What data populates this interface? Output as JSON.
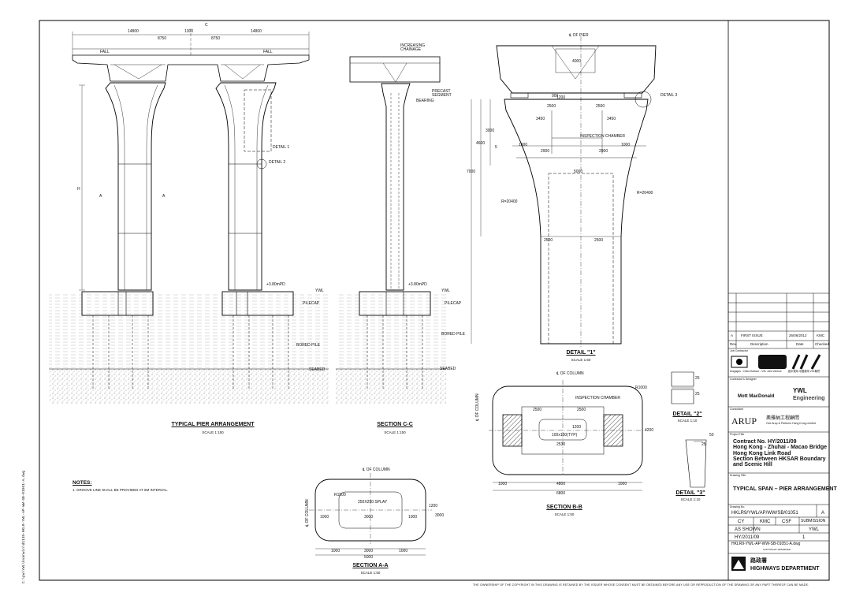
{
  "sidebar_text": "C:\\pw\\YWL\\kvanwin\\d1119-HKLR-YWL-AP-WW-SB-01051-A.dwg",
  "footer_text": "THE OWNERSHIP OF THE COPYRIGHT IN THIS DRAWING IS RETAINED BY THE ISSUER WHOSE CONSENT MUST BE OBTAINED BEFORE ANY USE OR REPRODUCTION OF THE DRAWING OR ANY PART THEREOF CAN BE MADE.",
  "views": {
    "pier_arrangement": {
      "title": "TYPICAL PIER ARRANGEMENT",
      "scale": "SCALE 1:150",
      "dims": {
        "left_deck": "14800",
        "right_deck": "14800",
        "gap": "1300",
        "left_half": "8750",
        "right_half": "8750",
        "fall_left": "FALL",
        "fall_right": "FALL",
        "height": "H"
      },
      "labels": {
        "detail1": "DETAIL 1",
        "detail2": "DETAIL 2",
        "level": "+3.80mPD",
        "pilecap": "PILECAP",
        "bored_pile": "BORED PILE",
        "seabed": "SEABED",
        "sec_a_left": "A",
        "sec_a_right": "A",
        "cl": "C",
        "ywl": "YWL"
      }
    },
    "section_cc": {
      "title": "SECTION C-C",
      "scale": "SCALE 1:150",
      "labels": {
        "chainage": "INCREASING CHAINAGE",
        "precast": "PRECAST SEGMENT",
        "bearing": "BEARING",
        "level": "+3.80mPD",
        "pilecap": "PILECAP",
        "bored_pile": "BORED PILE",
        "seabed": "SEABED",
        "ywl": "YWL"
      }
    },
    "detail1": {
      "title": "DETAIL \"1\"",
      "scale": "SCALE 1:50",
      "labels": {
        "cl_pier": "℄ OF PIER",
        "detail3": "DETAIL 3",
        "inspection": "INSPECTION CHAMBER",
        "r_left": "R=20400",
        "r_right": "R=20400"
      },
      "dims": {
        "d4000": "4000",
        "d2500a": "2500",
        "d2500b": "2500",
        "d3450a": "3450",
        "d3450b": "3450",
        "d1200": "1200",
        "d3000": "3000",
        "d4600": "4600",
        "d7000": "7000",
        "d1000a": "1000",
        "d1000b": "1000",
        "d2900a": "2900",
        "d2900b": "2900",
        "d5000": "5000",
        "d2500c": "2500",
        "d2500d": "2500",
        "d900": "900",
        "d5": "5"
      }
    },
    "section_bb": {
      "title": "SECTION B-B",
      "scale": "SCALE 1:50",
      "labels": {
        "cl_column": "℄ OF COLUMN",
        "cl_column_side": "℄ OF COLUMN",
        "inspection": "INSPECTION CHAMBER",
        "r1000": "R1000",
        "opening": "100x100(TYP)"
      },
      "dims": {
        "d2500a": "2500",
        "d2500b": "2500",
        "d1000a": "1000",
        "d4800": "4800",
        "d1000b": "1000",
        "d6800": "6800",
        "d4200": "4200",
        "d2530": "2530",
        "d1200": "1200"
      }
    },
    "section_aa": {
      "title": "SECTION A-A",
      "scale": "SCALE 1:50",
      "labels": {
        "cl_column": "℄ OF COLUMN",
        "cl_column_side": "℄ OF COLUMN",
        "r1500": "R1500",
        "splay": "250X250 SPLAY"
      },
      "dims": {
        "d1000a": "1000",
        "d3000": "3000",
        "d1000b": "1000",
        "d5000": "5000",
        "d1000c": "1000",
        "d3000b": "3000",
        "d1000d": "1000",
        "d1200": "1200",
        "d3000c": "3000"
      }
    },
    "detail2": {
      "title": "DETAIL \"2\"",
      "scale": "SCALE 1:10",
      "dims": {
        "d25": "25",
        "d15": "25"
      }
    },
    "detail3": {
      "title": "DETAIL \"3\"",
      "scale": "SCALE 1:10",
      "dims": {
        "d50": "50",
        "d25": "25"
      }
    }
  },
  "notes": {
    "title": "NOTES:",
    "items": [
      "1. GROOVE LINE SHALL BE PROVIDED AT 6M INTERVAL."
    ]
  },
  "title_block": {
    "revision": {
      "rev": "A",
      "description": "FIRST ISSUE",
      "date": "26/06/2012",
      "checked": "KMC",
      "hdr_rev": "Rev.",
      "hdr_desc": "Description",
      "hdr_date": "Date",
      "hdr_checked": "Checked"
    },
    "client_label": "Job Contractor",
    "contractor_text": "Dragages - China Harbour - VSL Joint Venture",
    "contractor_text_cn": "廳中港灣-中國港灣-VSL聯營",
    "designer_label": "Contractor's Designer",
    "designer_name": "Mott MacDonald",
    "designer_name2": "YWL",
    "designer_name3": "Engineering",
    "consultant_label": "Consultant",
    "consultant_name": "ARUP",
    "consultant_cn": "奧雅納工程顧問",
    "consultant_sub": "Ove Arup & Partners Hong Kong Limited",
    "project_label": "Project Title",
    "project_lines": [
      "Contract No. HY/2011/09",
      "Hong Kong - Zhuhai - Macao Bridge",
      "Hong Kong Link Road",
      "Section Between HKSAR Boundary",
      "and Scenic Hill"
    ],
    "drawing_label": "Drawing Title",
    "drawing_title": "TYPICAL SPAN – PIER ARRANGEMENT",
    "drawing_no_label": "Drawing No.",
    "drawing_no": "HKLR9/YWL/AP/WW/SB/01051",
    "drawing_rev": "A",
    "drawn": "CY",
    "checked": "KMC",
    "approved": "CSF",
    "status": "SUBMISSION",
    "scale_label": "Scale",
    "scale": "AS SHOWN",
    "office": "YWL",
    "contract_no": "HY/2011/09",
    "sheet_no": "1",
    "filename": "HKLR9-YWL-AP-WW-SB-01051-A.dwg",
    "copyright": "COPYRIGHT RESERVED",
    "dept_cn": "路政署",
    "dept": "HIGHWAYS DEPARTMENT"
  }
}
